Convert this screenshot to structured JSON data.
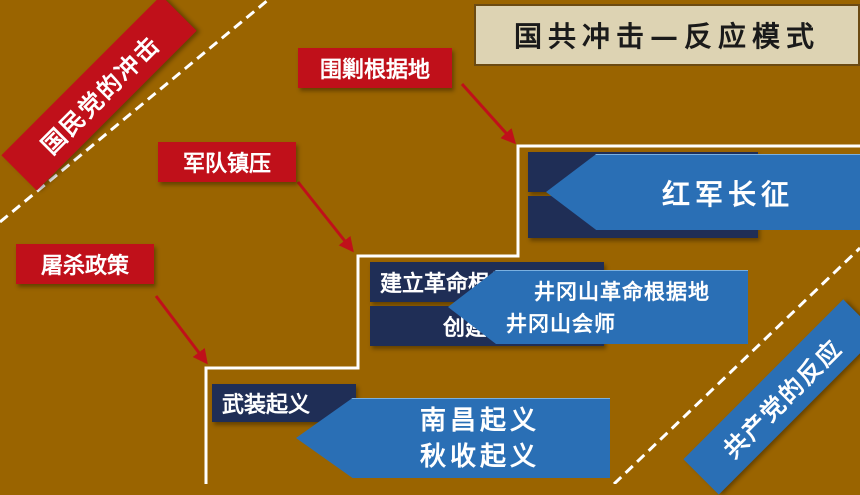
{
  "title": "国共冲击—反应模式",
  "kmt_corner": "国民党的冲击",
  "cpc_corner": "共产党的反应",
  "kmt_actions": {
    "encircle": "围剿根据地",
    "suppress": "军队镇压",
    "massacre": "屠杀政策"
  },
  "cpc_steps": {
    "step1": "武装起义",
    "step2a": "建立革命根据地",
    "step2b": "创建红军",
    "step3a": "",
    "step3b": ""
  },
  "events": {
    "uprisings": [
      "南昌起义",
      "秋收起义"
    ],
    "jinggang": [
      "井冈山革命根据地",
      "井冈山会师"
    ],
    "long_march": "红军长征"
  },
  "colors": {
    "background": "#9a6400",
    "kmt_red": "#c0101a",
    "cpc_blue": "#2a6fb5",
    "navy": "#1f2e56"
  }
}
